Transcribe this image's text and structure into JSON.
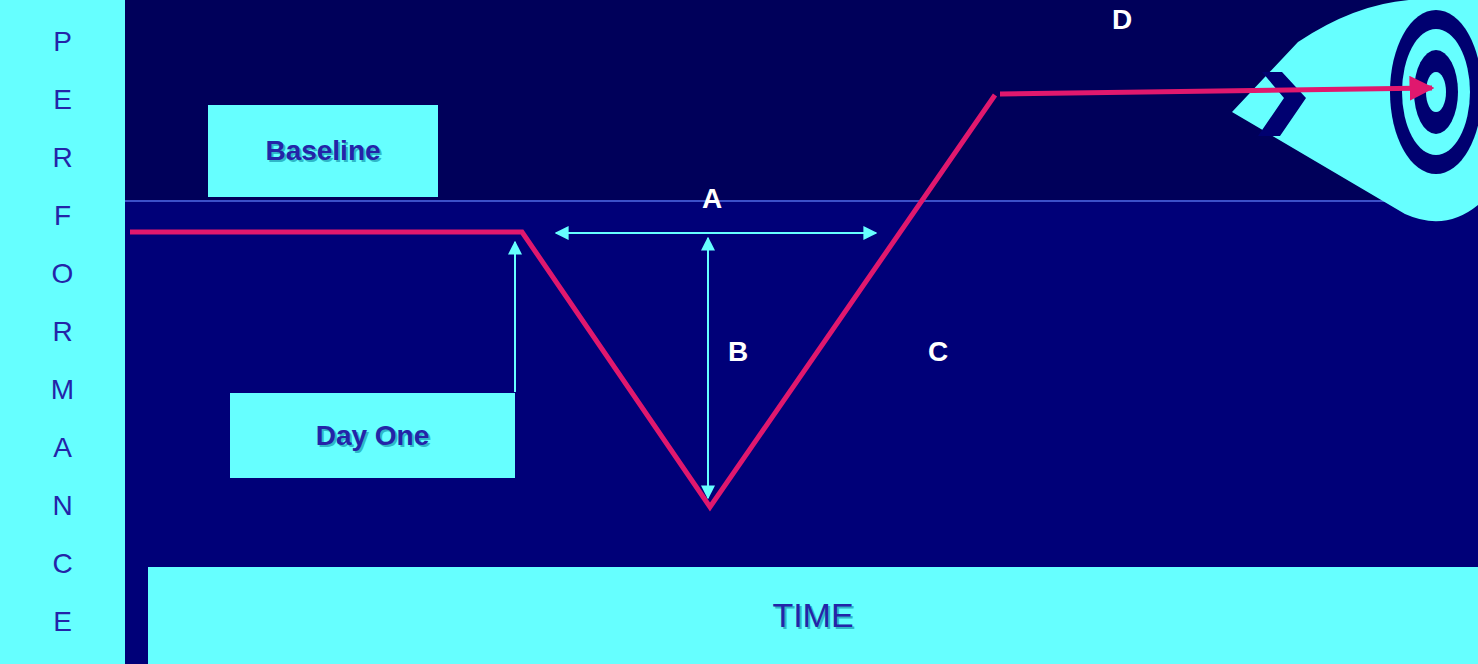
{
  "diagram": {
    "nodes": [
      {
        "text": [
          "PERFORMANCE"
        ]
      },
      {
        "text": [
          "Baseline"
        ]
      },
      {
        "text": [
          "Day One"
        ]
      },
      {
        "text": [
          "TIME"
        ]
      }
    ],
    "labels": [
      "A",
      "B",
      "C",
      "D"
    ]
  }
}
